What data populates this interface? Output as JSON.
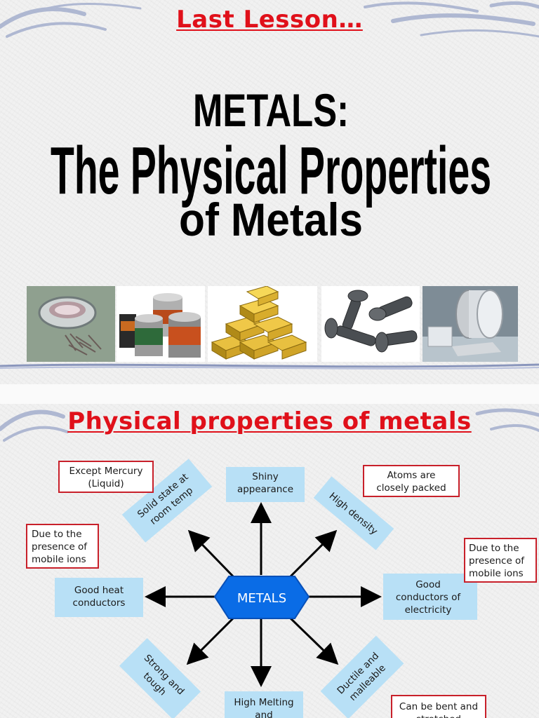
{
  "slide1": {
    "title": "Last Lesson…",
    "big_title": {
      "line1": "METALS:",
      "line2": "The Physical Properties",
      "line3": "of Metals"
    },
    "photos": [
      "metal-sheet-and-nails",
      "paint-tins",
      "gold-bars",
      "bolts",
      "metal-foil-roll"
    ]
  },
  "slide2": {
    "title": "Physical properties of metals",
    "center": "METALS",
    "props": {
      "shiny": [
        "Shiny",
        "appearance"
      ],
      "solid": [
        "Solid state at",
        "room temp"
      ],
      "density": [
        "High density"
      ],
      "heat": [
        "Good heat",
        "conductors"
      ],
      "electric": [
        "Good",
        "conductors of",
        "electricity"
      ],
      "strong": [
        "Strong and",
        "tough"
      ],
      "ductile": [
        "Ductile and",
        "malleable"
      ],
      "melting": [
        "High Melting",
        "and"
      ]
    },
    "notes": {
      "mercury": [
        "Except Mercury",
        "(Liquid)"
      ],
      "atoms": [
        "Atoms are",
        "closely packed"
      ],
      "ions_left": [
        "Due to the",
        "presence of",
        "mobile ions"
      ],
      "ions_right": [
        "Due to the",
        "presence of",
        "mobile ions"
      ],
      "bent": [
        "Can be bent and",
        "stretched"
      ]
    }
  },
  "colors": {
    "title_red": "#e0101a",
    "prop_box": "#b8e0f6",
    "center_blue": "#0a6ce6",
    "note_border": "#c8202a"
  }
}
